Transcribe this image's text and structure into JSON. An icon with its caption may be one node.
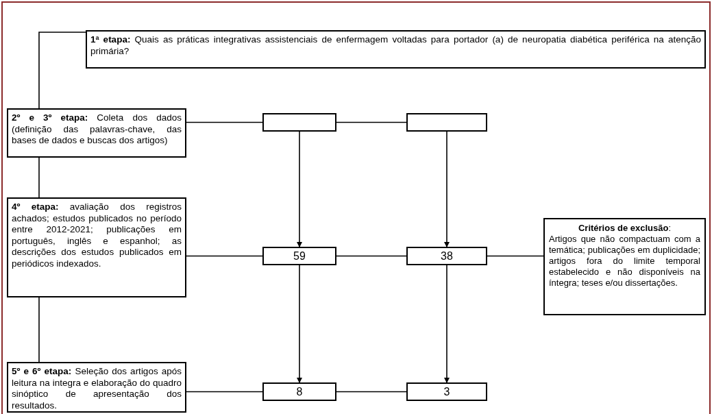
{
  "diagram": {
    "nodes": [
      {
        "text": [
          "**1ª etapa:** Quais as práticas integrativas assistenciais de enfermagem voltadas para portador (a) de neuropatia diabética periférica na atenção primária?"
        ]
      },
      {
        "text": [
          "**2º e 3º etapa:** Coleta dos dados (definição das palavras-chave, das bases de dados e buscas dos artigos)"
        ]
      },
      {
        "text": [],
        "shape": "box"
      },
      {
        "text": [],
        "shape": "box"
      },
      {
        "text": [
          "**4º etapa:** avaliação dos registros achados; estudos publicados no período entre 2012-2021; publicações em português, inglês e espanhol; as descrições dos estudos publicados em periódicos indexados."
        ]
      },
      {
        "text": [
          "59"
        ]
      },
      {
        "text": [
          "38"
        ]
      },
      {
        "text": [
          "**Critérios de exclusão**:",
          "Artigos que não compactuam com a temática; publicações em duplicidade; artigos fora do limite temporal estabelecido e não disponíveis na íntegra; teses e/ou dissertações."
        ]
      },
      {
        "text": [
          "**5º e 6º etapa:** Seleção dos artigos após leitura na integra e elaboração do quadro sinóptico de apresentação dos resultados."
        ]
      },
      {
        "text": [
          "8"
        ]
      },
      {
        "text": [
          "3"
        ]
      }
    ],
    "edges": [
      {
        "from": 1,
        "to": 0,
        "arrow": "none"
      },
      {
        "from": 1,
        "to": 2,
        "arrow": "none"
      },
      {
        "from": 2,
        "to": 3,
        "arrow": "none"
      },
      {
        "from": 1,
        "to": 4,
        "arrow": "none"
      },
      {
        "from": 2,
        "to": 5,
        "arrow": "to"
      },
      {
        "from": 3,
        "to": 6,
        "arrow": "to"
      },
      {
        "from": 4,
        "to": 5,
        "arrow": "none"
      },
      {
        "from": 5,
        "to": 6,
        "arrow": "none"
      },
      {
        "from": 6,
        "to": 7,
        "arrow": "none"
      },
      {
        "from": 4,
        "to": 8,
        "arrow": "none"
      },
      {
        "from": 5,
        "to": 9,
        "arrow": "to"
      },
      {
        "from": 6,
        "to": 10,
        "arrow": "to"
      },
      {
        "from": 8,
        "to": 9,
        "arrow": "none"
      },
      {
        "from": 9,
        "to": 10,
        "arrow": "none"
      }
    ]
  }
}
